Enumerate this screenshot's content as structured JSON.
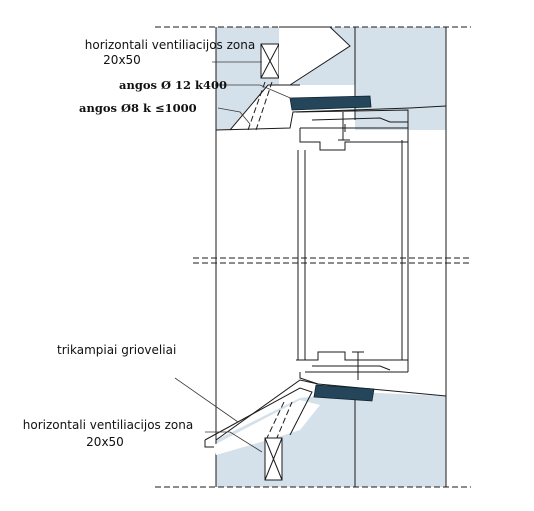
{
  "labels": {
    "top_vent_line1": "horizontali ventiliacijos zona",
    "top_vent_line2": "20x50",
    "holes_12": "angos Ø 12 k400",
    "holes_8": "angos Ø8 k ≤1000",
    "grooves": "trikampiai grioveliai",
    "bottom_vent_line1": "horizontali ventiliacijos zona",
    "bottom_vent_line2": "20x50"
  },
  "colors": {
    "insulation": "#d5e1ea",
    "flashing": "#24455a",
    "line": "#1b1b1b"
  }
}
